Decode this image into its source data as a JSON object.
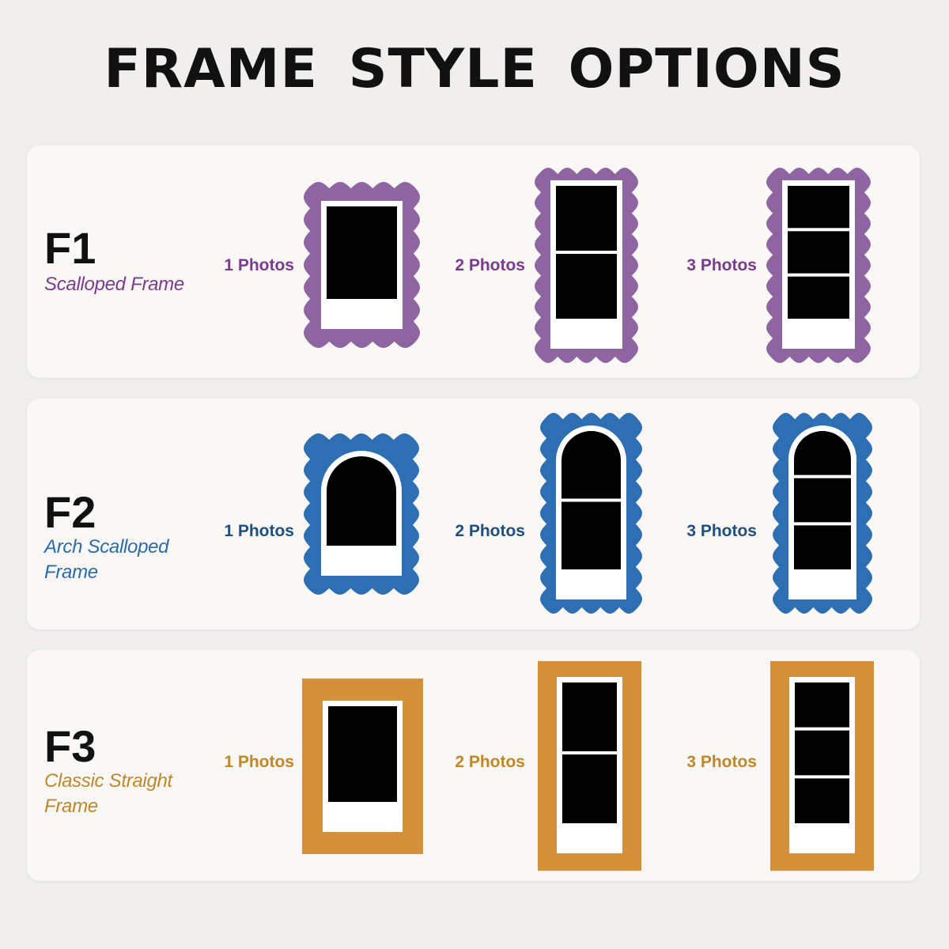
{
  "title": "FRAME STYLE OPTIONS",
  "colors": {
    "purple": "#8e65a0",
    "blue": "#2d6fb2",
    "orange": "#d4913a"
  },
  "rows": [
    {
      "code": "F1",
      "name": "Scalloped Frame",
      "options": [
        {
          "label": "1 Photos",
          "photos": 1
        },
        {
          "label": "2 Photos",
          "photos": 2
        },
        {
          "label": "3 Photos",
          "photos": 3
        }
      ]
    },
    {
      "code": "F2",
      "name": "Arch Scalloped Frame",
      "options": [
        {
          "label": "1 Photos",
          "photos": 1
        },
        {
          "label": "2 Photos",
          "photos": 2
        },
        {
          "label": "3 Photos",
          "photos": 3
        }
      ]
    },
    {
      "code": "F3",
      "name": "Classic Straight Frame",
      "options": [
        {
          "label": "1 Photos",
          "photos": 1
        },
        {
          "label": "2 Photos",
          "photos": 2
        },
        {
          "label": "3 Photos",
          "photos": 3
        }
      ]
    }
  ]
}
